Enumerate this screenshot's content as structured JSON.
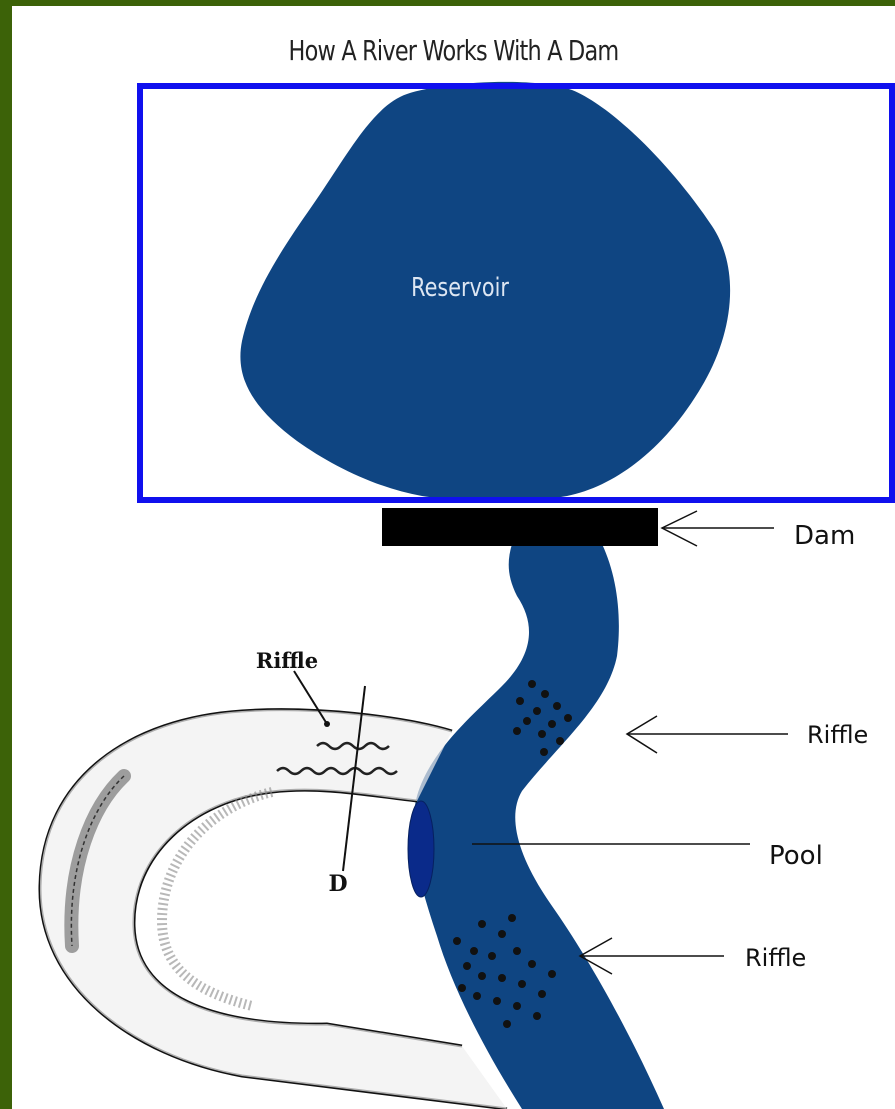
{
  "title": "How A River Works With A Dam",
  "labels": {
    "reservoir": "Reservoir",
    "dam": "Dam",
    "riffle_upper": "Riffle",
    "pool": "Pool",
    "riffle_lower": "Riffle",
    "inset_riffle": "Riffle",
    "inset_d": "D"
  },
  "colors": {
    "frame": "#3c6208",
    "water": "#0f4582",
    "highlight_box": "#1010ee",
    "dam": "#000000",
    "pool": "#0a2a8a"
  }
}
